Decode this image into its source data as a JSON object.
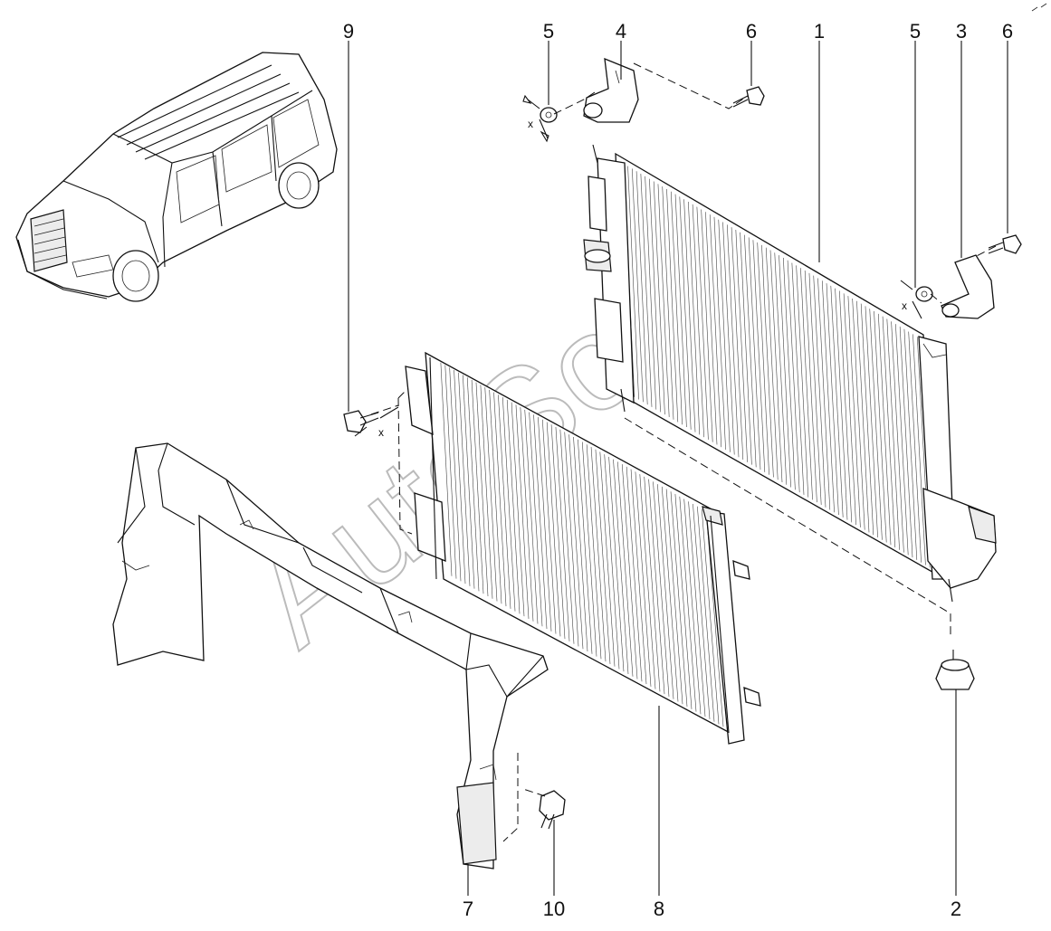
{
  "callouts": [
    {
      "label": "9"
    },
    {
      "label": "5"
    },
    {
      "label": "4"
    },
    {
      "label": "6"
    },
    {
      "label": "1"
    },
    {
      "label": "5"
    },
    {
      "label": "3"
    },
    {
      "label": "6"
    },
    {
      "label": "7"
    },
    {
      "label": "10"
    },
    {
      "label": "8"
    },
    {
      "label": "2"
    }
  ],
  "watermark": "AutoSoft",
  "measure_mark": "x",
  "vehicle_icon": "minivan-icon",
  "parts": [
    "radiator",
    "condenser",
    "upper-bracket-left",
    "upper-bracket-right",
    "rubber-mount",
    "bolt",
    "clip",
    "air-deflector"
  ]
}
